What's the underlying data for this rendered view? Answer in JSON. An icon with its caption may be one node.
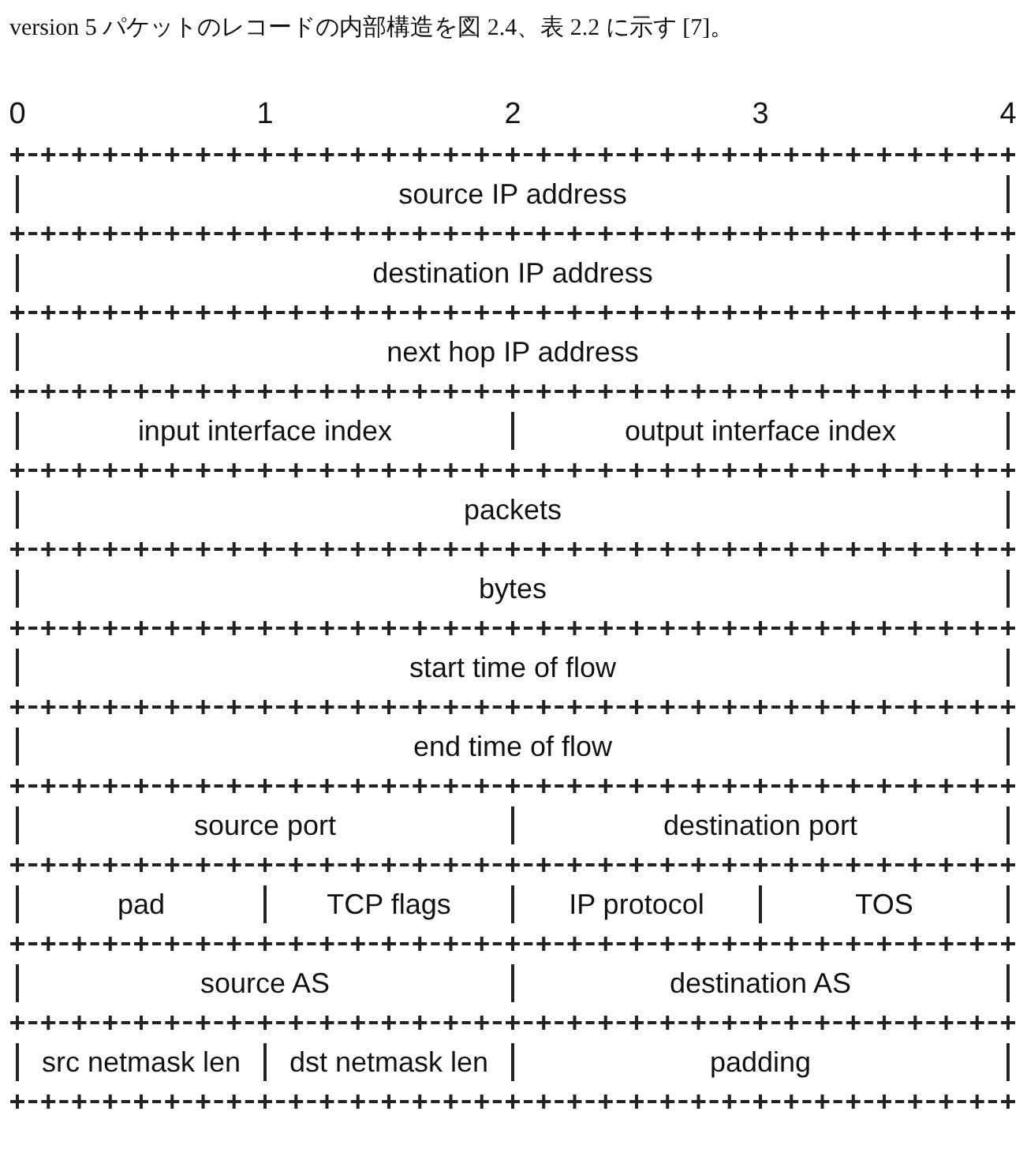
{
  "diagram": {
    "title": "version 5 パケットのレコードの内部構造を図 2.4、表 2.2 に示す [7]。",
    "nodes": [
      {
        "text": [
          "source IP address"
        ]
      },
      {
        "text": [
          "destination IP address"
        ]
      },
      {
        "text": [
          "next hop IP address"
        ]
      },
      {
        "text": [
          "input interface index"
        ]
      },
      {
        "text": [
          "output interface index"
        ]
      },
      {
        "text": [
          "packets"
        ]
      },
      {
        "text": [
          "bytes"
        ]
      },
      {
        "text": [
          "start time of flow"
        ]
      },
      {
        "text": [
          "end time of flow"
        ]
      },
      {
        "text": [
          "source port"
        ]
      },
      {
        "text": [
          "destination port"
        ]
      },
      {
        "text": [
          "pad"
        ]
      },
      {
        "text": [
          "TCP flags"
        ]
      },
      {
        "text": [
          "IP protocol"
        ]
      },
      {
        "text": [
          "TOS"
        ]
      },
      {
        "text": [
          "source AS"
        ]
      },
      {
        "text": [
          "destination AS"
        ]
      },
      {
        "text": [
          "src netmask len"
        ]
      },
      {
        "text": [
          "dst netmask len"
        ]
      },
      {
        "text": [
          "padding"
        ]
      }
    ],
    "labels": [
      "0",
      "1",
      "2",
      "3",
      "4"
    ]
  }
}
